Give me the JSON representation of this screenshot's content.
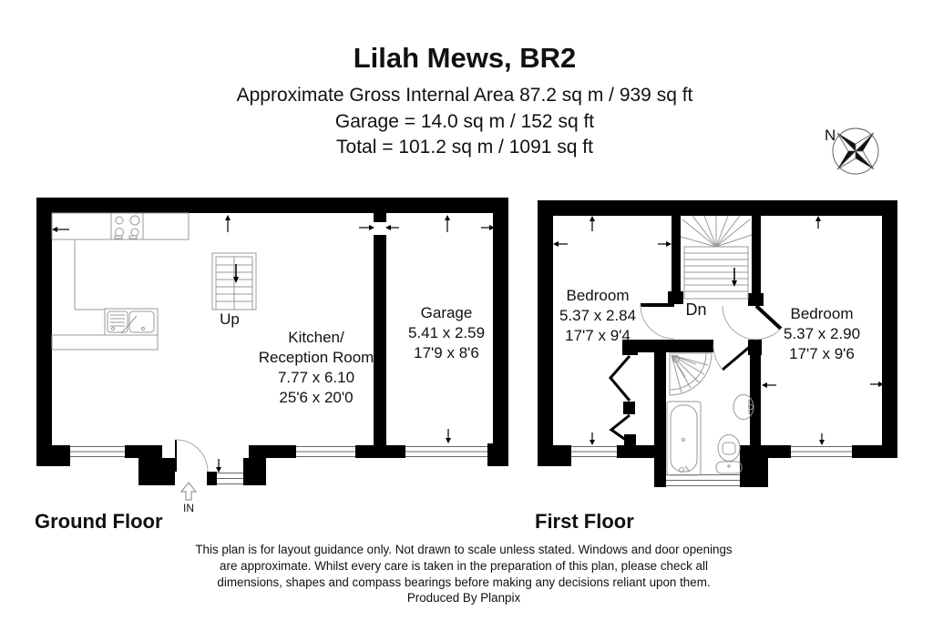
{
  "header": {
    "title": "Lilah Mews, BR2",
    "area_line": "Approximate Gross Internal Area 87.2 sq m / 939 sq ft",
    "garage_line": "Garage = 14.0 sq m / 152 sq ft",
    "total_line": "Total = 101.2 sq m / 1091 sq ft"
  },
  "compass": {
    "north_label": "N"
  },
  "ground_floor": {
    "label": "Ground Floor",
    "stairs_label": "Up",
    "entrance_label": "IN",
    "rooms": {
      "kitchen": {
        "name_line1": "Kitchen/",
        "name_line2": "Reception Room",
        "dims_metric": "7.77 x 6.10",
        "dims_imperial": "25'6 x 20'0"
      },
      "garage": {
        "name": "Garage",
        "dims_metric": "5.41 x 2.59",
        "dims_imperial": "17'9 x 8'6"
      }
    }
  },
  "first_floor": {
    "label": "First Floor",
    "stairs_label": "Dn",
    "rooms": {
      "bedroom_left": {
        "name": "Bedroom",
        "dims_metric": "5.37 x 2.84",
        "dims_imperial": "17'7 x 9'4"
      },
      "bedroom_right": {
        "name": "Bedroom",
        "dims_metric": "5.37 x 2.90",
        "dims_imperial": "17'7 x 9'6"
      }
    }
  },
  "footer": {
    "disclaimer_line1": "This plan is for layout guidance only. Not drawn to scale unless stated. Windows and door openings",
    "disclaimer_line2": "are approximate. Whilst every care is taken in the preparation of this plan, please check all",
    "disclaimer_line3": "dimensions, shapes and compass bearings before making any decisions reliant upon them.",
    "disclaimer_line4": "Produced By Planpix"
  },
  "colors": {
    "wall": "#000000",
    "fixture": "#999999",
    "background": "#ffffff"
  }
}
